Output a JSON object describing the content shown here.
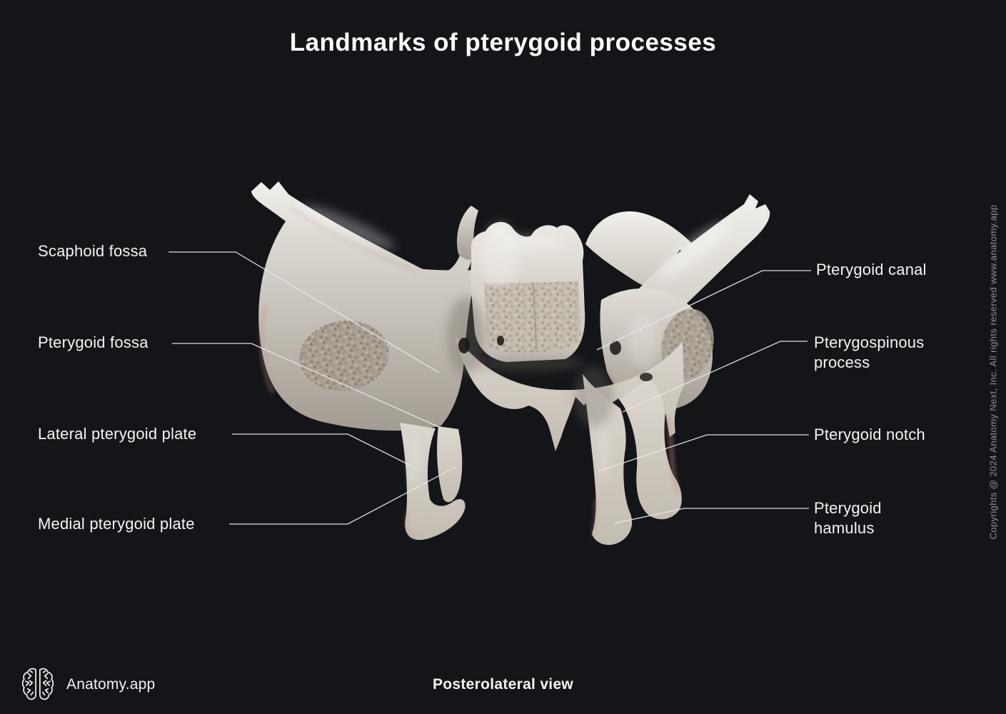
{
  "page": {
    "background": "#131519",
    "title": "Landmarks of pterygoid processes",
    "view_label": "Posterolateral view",
    "copyright": "Copyrights @ 2024 Anatomy Next, Inc. All rights reserved www.anatomy.app"
  },
  "brand": {
    "name": "Anatomy.app",
    "logo_icon": "brain-icon"
  },
  "figure": {
    "subject": "3D render of sphenoid bone pterygoid processes, posterolateral view",
    "labels": {
      "scaphoid_fossa": "Scaphoid fossa",
      "pterygoid_fossa": "Pterygoid fossa",
      "lateral_plate": "Lateral pterygoid plate",
      "medial_plate": "Medial pterygoid plate",
      "pterygoid_canal": "Pterygoid canal",
      "pterygospinous": "Pterygospinous process",
      "pterygoid_notch": "Pterygoid notch",
      "pterygoid_hamulus": "Pterygoid hamulus"
    }
  },
  "colors": {
    "label_text": "#f4f4f4",
    "leader_line": "#e8e9ea",
    "copyright_text": "#8f9196",
    "bone_light": "#f2f0ec",
    "bone_mid": "#cfc9c0",
    "bone_shadow": "#96908a",
    "bone_pink": "#c59a8b"
  }
}
